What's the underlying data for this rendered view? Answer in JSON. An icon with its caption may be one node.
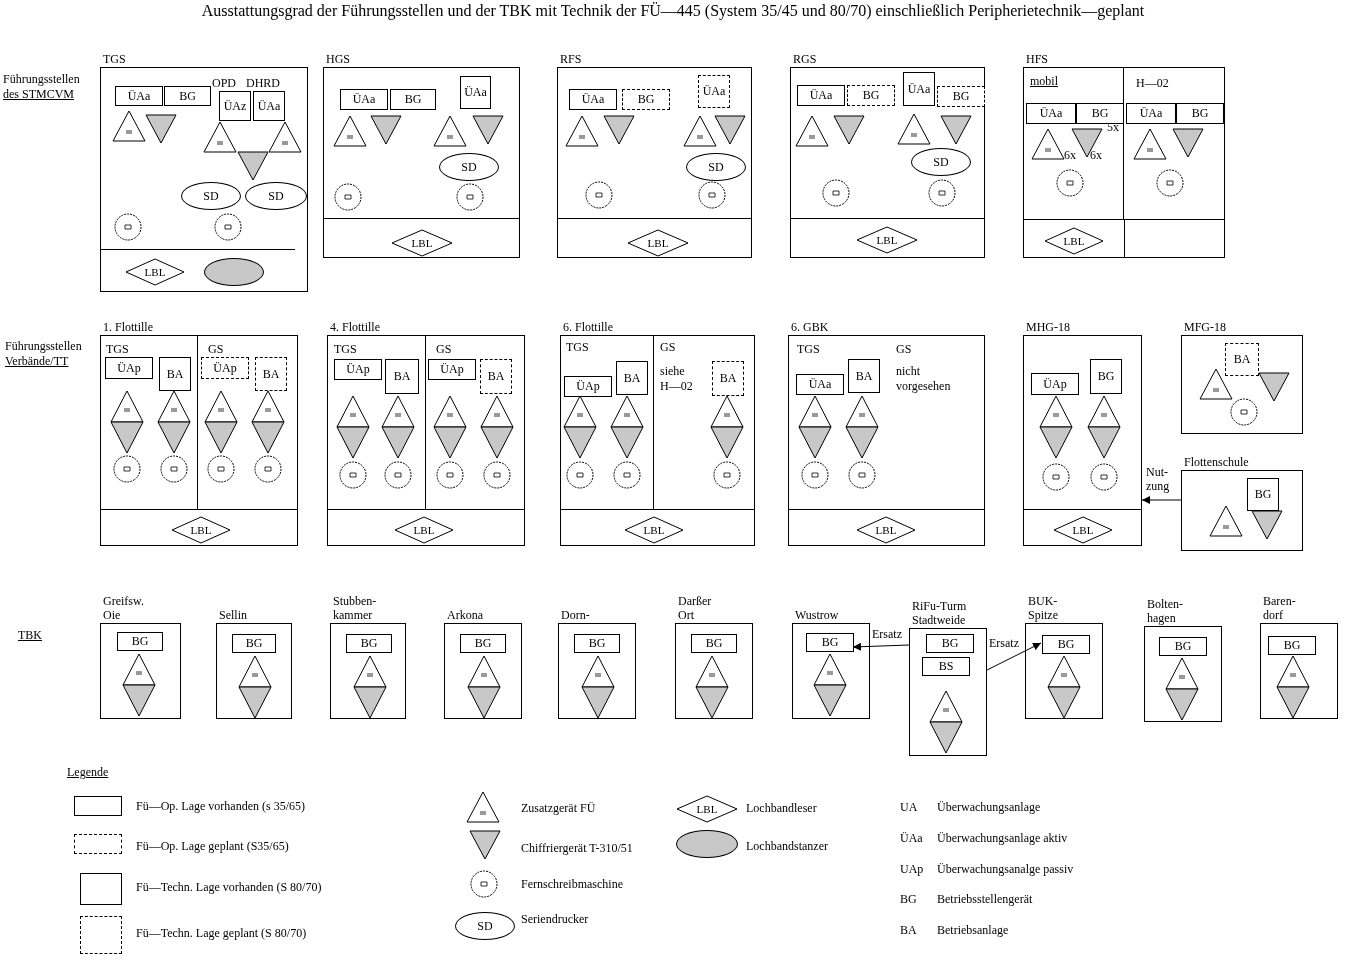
{
  "diagram": {
    "title": "Ausstattungsgrad der Führungsstellen und der TBK mit Technik der FÜ—445 (System 35/45 und 80/70) einschließlich Peripherietechnik—geplant",
    "nodes": [
      {
        "text": [
          "TGS"
        ]
      },
      {
        "text": [
          "ÜAa"
        ],
        "in": 0
      },
      {
        "text": [
          "BG"
        ],
        "in": 0
      },
      {
        "text": [
          "ÜAz"
        ],
        "in": 0,
        "beside": [
          "OPD"
        ]
      },
      {
        "text": [
          "ÜAa"
        ],
        "in": 0,
        "beside": [
          "DHRD"
        ]
      },
      {
        "text": [
          "SD"
        ],
        "in": 0
      },
      {
        "text": [
          "SD"
        ],
        "in": 0
      },
      {
        "text": [
          "LBL"
        ],
        "in": 0
      },
      {
        "text": [],
        "shape": "ellipse",
        "in": 0
      },
      {
        "text": [
          "HGS"
        ]
      },
      {
        "text": [
          "ÜAa"
        ],
        "in": 9
      },
      {
        "text": [
          "BG"
        ],
        "in": 9
      },
      {
        "text": [
          "ÜAa"
        ],
        "in": 9
      },
      {
        "text": [
          "SD"
        ],
        "in": 9
      },
      {
        "text": [
          "LBL"
        ],
        "in": 9
      },
      {
        "text": [
          "RFS"
        ]
      },
      {
        "text": [
          "ÜAa"
        ],
        "in": 15
      },
      {
        "text": [
          "BG"
        ],
        "in": 15
      },
      {
        "text": [
          "ÜAa"
        ],
        "in": 15
      },
      {
        "text": [
          "SD"
        ],
        "in": 15
      },
      {
        "text": [
          "LBL"
        ],
        "in": 15
      },
      {
        "text": [
          "RGS"
        ]
      },
      {
        "text": [
          "ÜAa"
        ],
        "in": 21
      },
      {
        "text": [
          "BG"
        ],
        "in": 21
      },
      {
        "text": [
          "ÜAa"
        ],
        "in": 21
      },
      {
        "text": [
          "BG"
        ],
        "in": 21
      },
      {
        "text": [
          "SD"
        ],
        "in": 21
      },
      {
        "text": [
          "LBL"
        ],
        "in": 21
      },
      {
        "text": [
          "HFS"
        ]
      },
      {
        "text": [
          "mobil"
        ],
        "in": 28
      },
      {
        "text": [
          "ÜAa"
        ],
        "in": 29
      },
      {
        "text": [
          "BG"
        ],
        "in": 29
      },
      {
        "text": [
          "H—02"
        ],
        "in": 28
      },
      {
        "text": [
          "ÜAa"
        ],
        "in": 32
      },
      {
        "text": [
          "BG"
        ],
        "in": 32
      },
      {
        "text": [
          "LBL"
        ],
        "in": 28
      },
      {
        "text": [
          "1. Flottille"
        ]
      },
      {
        "text": [
          "TGS"
        ],
        "in": 36
      },
      {
        "text": [
          "ÜAp"
        ],
        "in": 37
      },
      {
        "text": [
          "BA"
        ],
        "in": 37
      },
      {
        "text": [
          "GS"
        ],
        "in": 36
      },
      {
        "text": [
          "ÜAp"
        ],
        "in": 40
      },
      {
        "text": [
          "BA"
        ],
        "in": 40
      },
      {
        "text": [
          "LBL"
        ],
        "in": 36
      },
      {
        "text": [
          "4. Flottille"
        ]
      },
      {
        "text": [
          "TGS"
        ],
        "in": 44
      },
      {
        "text": [
          "ÜAp"
        ],
        "in": 45
      },
      {
        "text": [
          "BA"
        ],
        "in": 45
      },
      {
        "text": [
          "GS"
        ],
        "in": 44
      },
      {
        "text": [
          "ÜAp"
        ],
        "in": 48
      },
      {
        "text": [
          "BA"
        ],
        "in": 48
      },
      {
        "text": [
          "LBL"
        ],
        "in": 44
      },
      {
        "text": [
          "6. Flottille"
        ]
      },
      {
        "text": [
          "TGS"
        ],
        "in": 52
      },
      {
        "text": [
          "ÜAp"
        ],
        "in": 53
      },
      {
        "text": [
          "BA"
        ],
        "in": 53
      },
      {
        "text": [
          "GS",
          "siehe H—02"
        ],
        "in": 52
      },
      {
        "text": [
          "BA"
        ],
        "in": 56
      },
      {
        "text": [
          "LBL"
        ],
        "in": 52
      },
      {
        "text": [
          "6. GBK",
          "TGS",
          "GS",
          "nicht vorgesehen"
        ]
      },
      {
        "text": [
          "ÜAa"
        ],
        "in": 59
      },
      {
        "text": [
          "BA"
        ],
        "in": 59
      },
      {
        "text": [
          "LBL"
        ],
        "in": 59
      },
      {
        "text": [
          "MHG-18"
        ]
      },
      {
        "text": [
          "ÜAp"
        ],
        "in": 63
      },
      {
        "text": [
          "BG"
        ],
        "in": 63
      },
      {
        "text": [
          "LBL"
        ],
        "in": 63
      },
      {
        "text": [
          "MFG-18"
        ]
      },
      {
        "text": [
          "BA"
        ],
        "in": 67
      },
      {
        "text": [
          "Flottenschule"
        ]
      },
      {
        "text": [
          "BG"
        ],
        "in": 69
      },
      {
        "text": [
          "Greifsw. Oie"
        ]
      },
      {
        "text": [
          "BG"
        ],
        "in": 71
      },
      {
        "text": [
          "Sellin"
        ]
      },
      {
        "text": [
          "BG"
        ],
        "in": 73
      },
      {
        "text": [
          "Stubben- kammer"
        ]
      },
      {
        "text": [
          "BG"
        ],
        "in": 75
      },
      {
        "text": [
          "Arkona"
        ]
      },
      {
        "text": [
          "BG"
        ],
        "in": 77
      },
      {
        "text": [
          "Dorn-"
        ]
      },
      {
        "text": [
          "BG"
        ],
        "in": 79
      },
      {
        "text": [
          "Darßer Ort"
        ]
      },
      {
        "text": [
          "BG"
        ],
        "in": 81
      },
      {
        "text": [
          "Wustrow"
        ]
      },
      {
        "text": [
          "BG"
        ],
        "in": 83
      },
      {
        "text": [
          "RiFu-Turm Stadtweide"
        ]
      },
      {
        "text": [
          "BG"
        ],
        "in": 85
      },
      {
        "text": [
          "BS"
        ],
        "in": 85
      },
      {
        "text": [
          "BUK- Spitze"
        ]
      },
      {
        "text": [
          "BG"
        ],
        "in": 88
      },
      {
        "text": [
          "Bolten- hagen"
        ]
      },
      {
        "text": [
          "BG"
        ],
        "in": 90
      },
      {
        "text": [
          "Baren- dorf"
        ]
      },
      {
        "text": [
          "BG"
        ],
        "in": 92
      }
    ],
    "edges": [
      {
        "from": 69,
        "to": 63,
        "arrow": "to",
        "label": "Nut- zung"
      },
      {
        "from": 85,
        "to": 84,
        "arrow": "to",
        "label": "Ersatz"
      },
      {
        "from": 85,
        "to": 89,
        "arrow": "to",
        "label": "Ersatz"
      }
    ],
    "labels": [
      "Führungsstellen",
      "des STMCVM",
      "5x",
      "6x",
      "6x",
      "Führungsstellen",
      "Verbände/TT",
      "TBK",
      "Legende",
      "SD",
      "LBL",
      "UA",
      "Überwachungsanlage",
      "ÜAa",
      "Überwachungsanlage aktiv",
      "UAp",
      "Überwachungsanalge passiv",
      "BG",
      "Betriebsstellengerät",
      "BA",
      "Betriebsanlage"
    ],
    "legend": [
      {
        "text": "Fü—Op. Lage vorhanden (s 35/65)"
      },
      {
        "text": "Fü—Op. Lage geplant (S35/65)"
      },
      {
        "text": "Fü—Techn. Lage vorhanden (S 80/70)"
      },
      {
        "text": "Fü—Techn. Lage geplant (S 80/70)"
      },
      {
        "text": "Zusatzgerät FÜ"
      },
      {
        "text": "Chiffriergerät T-310/51"
      },
      {
        "text": "Fernschreibmaschine"
      },
      {
        "text": "Seriendrucker"
      },
      {
        "text": "Lochbandleser"
      },
      {
        "text": "Lochbandstanzer"
      }
    ]
  }
}
